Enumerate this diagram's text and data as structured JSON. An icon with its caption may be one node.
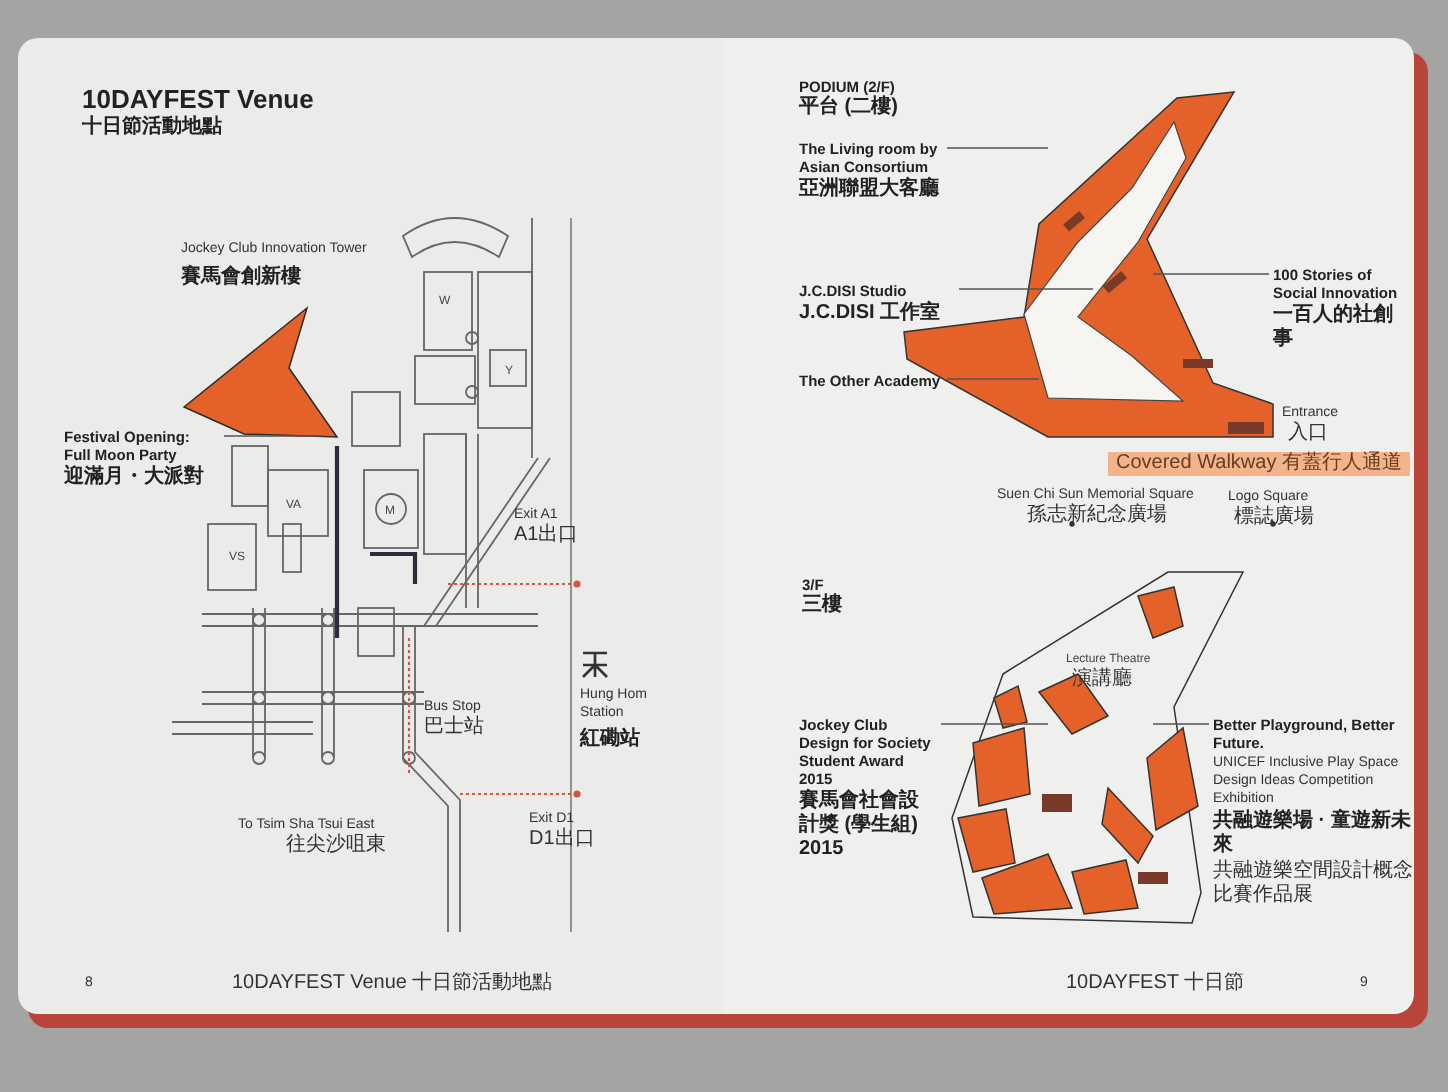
{
  "diagram": {
    "title": "10DAYFEST Venue",
    "nodes": [
      {
        "text": [
          "Festival Opening: Full Moon Party",
          "迎滿月・大派對"
        ]
      },
      {
        "text": [
          "The Living room by Asian Consortium",
          "亞洲聯盟大客廳"
        ]
      },
      {
        "text": [
          "J.C.DISI Studio",
          "J.C.DISI 工作室"
        ]
      },
      {
        "text": [
          "The Other Academy"
        ]
      },
      {
        "text": [
          "100 Stories of Social Innovation",
          "一百人的社創事"
        ]
      },
      {
        "text": [
          "Jockey Club Design for Society Student Award 2015",
          "賽馬會社會設計獎 (學生組) 2015"
        ]
      },
      {
        "text": [
          "Better Playground, Better Future.",
          "UNICEF Inclusive Play Space Design Ideas Competition Exhibition",
          "共融遊樂場 · 童遊新未來",
          "共融遊樂空間設計概念比賽作品展"
        ]
      },
      {
        "text": [],
        "shape": "picture"
      },
      {
        "text": [],
        "shape": "picture",
        "beside": [
          "PODIUM (2/F)",
          "平台 (二樓)"
        ]
      },
      {
        "text": [],
        "shape": "picture",
        "beside": [
          "3/F",
          "三樓"
        ]
      }
    ],
    "edges": [
      {
        "from": 0,
        "to": 7,
        "arrow": "none"
      },
      {
        "from": 1,
        "to": 8,
        "arrow": "none"
      },
      {
        "from": 2,
        "to": 8,
        "arrow": "none"
      },
      {
        "from": 3,
        "to": 8,
        "arrow": "none"
      },
      {
        "from": 4,
        "to": 8,
        "arrow": "none"
      },
      {
        "from": 5,
        "to": 9,
        "arrow": "none"
      },
      {
        "from": 6,
        "to": 9,
        "arrow": "none"
      }
    ],
    "labels": [
      "十日節活動地點",
      "Jockey Club Innovation Tower",
      "賽馬會創新樓",
      "W",
      "Y",
      "VA",
      "VS",
      "M",
      "Exit A1",
      "A1出口",
      "Hung Hom Station",
      "紅磡站",
      "Bus Stop",
      "巴士站",
      "To Tsim Sha Tsui East",
      "往尖沙咀東",
      "Exit D1",
      "D1出口",
      "8",
      "10DAYFEST Venue 十日節活動地點",
      "Entrance",
      "入口",
      "Covered Walkway 有蓋行人通道",
      "Suen Chi Sun Memorial Square",
      "孫志新紀念廣場",
      "Logo Square",
      "標誌廣場",
      "Lecture Theatre",
      "演講廳",
      "10DAYFEST 十日節",
      "9"
    ]
  }
}
